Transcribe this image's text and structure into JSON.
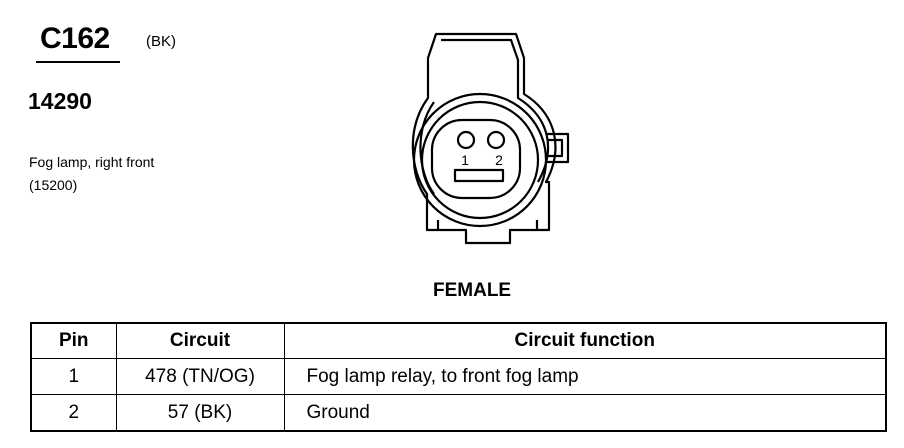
{
  "connector": {
    "id": "C162",
    "color": "(BK)",
    "part_number": "14290",
    "component": "Fog lamp, right front",
    "component_ref": "(15200)",
    "view": "FEMALE",
    "pin_labels": [
      "1",
      "2"
    ]
  },
  "table": {
    "headers": [
      "Pin",
      "Circuit",
      "Circuit function"
    ],
    "rows": [
      {
        "pin": "1",
        "circuit": "478 (TN/OG)",
        "function": "Fog lamp relay, to front fog lamp"
      },
      {
        "pin": "2",
        "circuit": "57 (BK)",
        "function": "Ground"
      }
    ]
  }
}
